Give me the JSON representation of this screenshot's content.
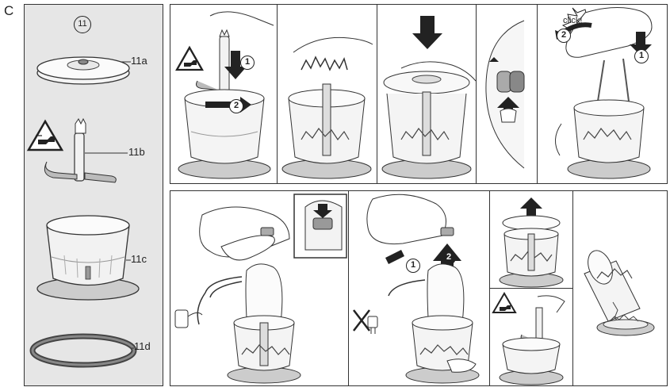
{
  "section_letter": "C",
  "parts_panel": {
    "number": "11",
    "parts": [
      {
        "id": "lid",
        "label": "11a"
      },
      {
        "id": "blade",
        "label": "11b"
      },
      {
        "id": "bowl",
        "label": "11c"
      },
      {
        "id": "ring",
        "label": "11d"
      }
    ]
  },
  "steps": {
    "step1": {
      "arrow1": "1",
      "arrow2": "2"
    },
    "step5": {
      "click": "click!",
      "arrow1": "1",
      "arrow2": "2"
    },
    "step7": {
      "arrow1": "1",
      "arrow2": "2"
    }
  }
}
